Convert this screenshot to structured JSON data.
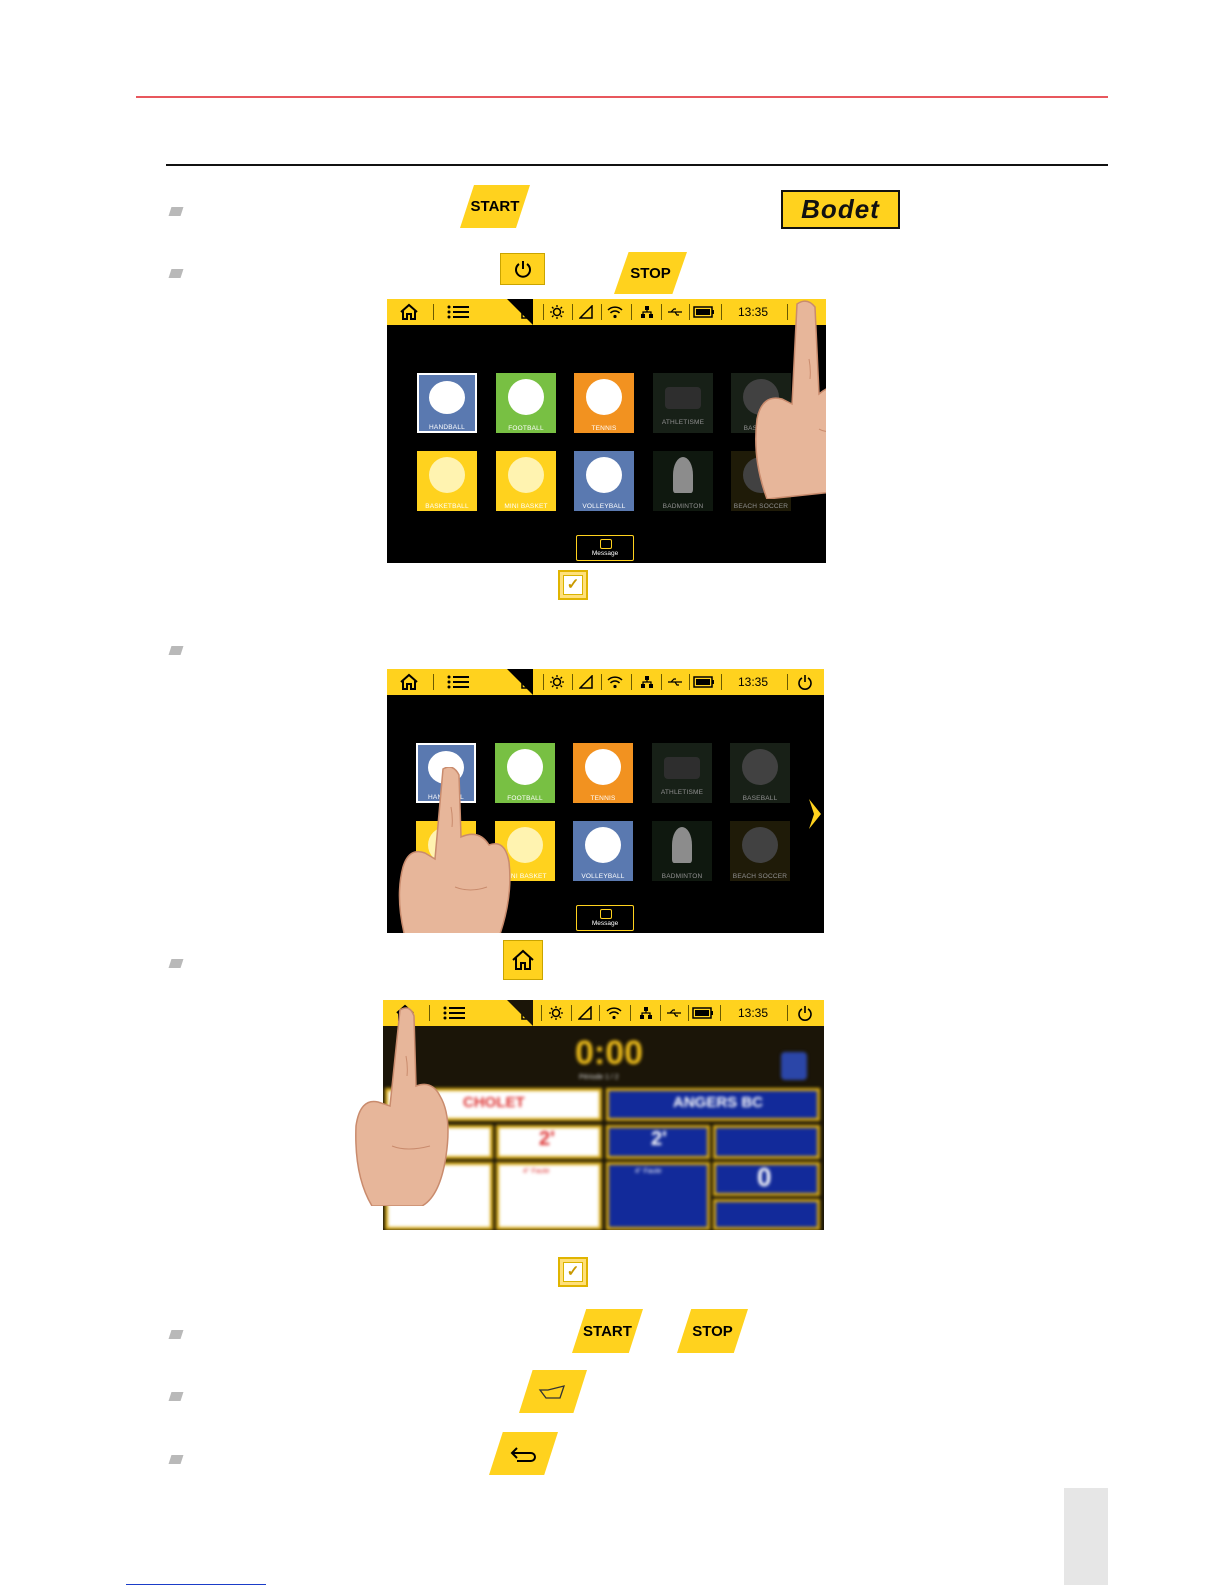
{
  "buttons": {
    "start": "START",
    "stop": "STOP",
    "start2": "START",
    "stop2": "STOP"
  },
  "logo": "Bodet",
  "screen": {
    "clock": "13:35",
    "tiles": [
      {
        "label": "HANDBALL",
        "color": "#5a79b0"
      },
      {
        "label": "FOOTBALL",
        "color": "#78c043"
      },
      {
        "label": "TENNIS",
        "color": "#f29220"
      },
      {
        "label": "ATHLETISME",
        "color": "#2a3b2a"
      },
      {
        "label": "BASEBALL",
        "color": "#2d3b2a"
      },
      {
        "label": "BASKETBALL",
        "color": "#ffd21e"
      },
      {
        "label": "MINI BASKET",
        "color": "#ffd21e"
      },
      {
        "label": "VOLLEYBALL",
        "color": "#5a79b0"
      },
      {
        "label": "BADMINTON",
        "color": "#1c2c1c"
      },
      {
        "label": "BEACH SOCCER",
        "color": "#3a3210"
      }
    ],
    "message": "Message"
  },
  "scoreboard": {
    "time": "0:00",
    "period": "Période 1 / 2",
    "home_team": "CHOLET",
    "away_team": "ANGERS BC",
    "home_timeouts": "2'",
    "away_timeouts": "2'",
    "away_score": "0",
    "penalty_label": "4° Faute"
  }
}
